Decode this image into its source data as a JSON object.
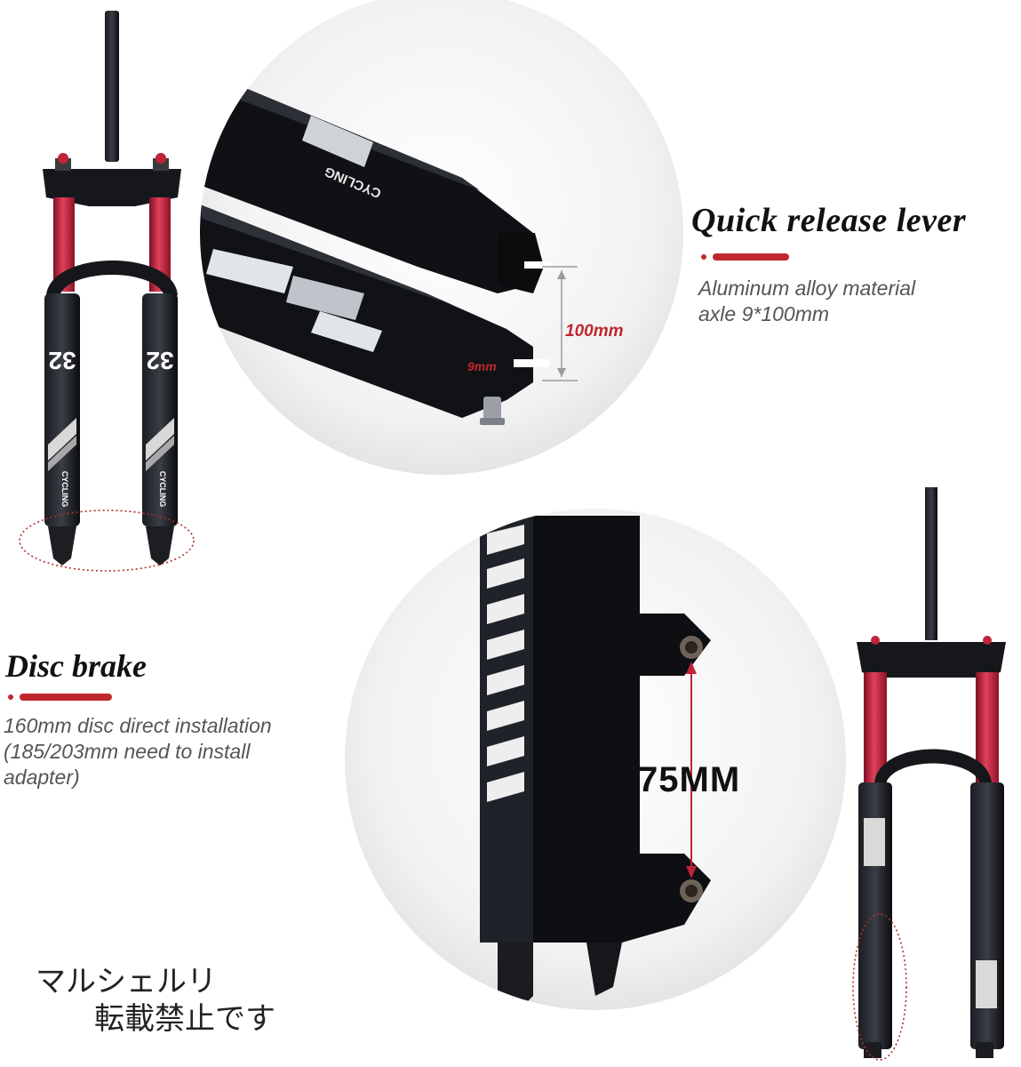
{
  "quick_release": {
    "title": "Quick release lever",
    "desc_line1": "Aluminum alloy material",
    "desc_line2": "axle 9*100mm"
  },
  "disc_brake": {
    "title": "Disc brake",
    "desc_line1": "160mm disc direct installation",
    "desc_line2": "(185/203mm need to install",
    "desc_line3": " adapter)"
  },
  "measurements": {
    "axle_length": "100mm",
    "axle_diameter": "9mm",
    "mount_spacing": "75MM"
  },
  "fork_decals": {
    "size_number": "32",
    "brand_text": "CYCLING"
  },
  "watermark": {
    "line1": "マルシェルリ",
    "line2": "転載禁止です"
  },
  "colors": {
    "stanchion_red": "#c0233a",
    "accent_red": "#c0282e",
    "fork_black": "#0d0f12",
    "heading_text": "#111111",
    "desc_text": "#555555"
  },
  "icons": [
    "fork-hero-image",
    "axle-dropout-closeup",
    "disc-mount-closeup",
    "fork-side-image"
  ]
}
